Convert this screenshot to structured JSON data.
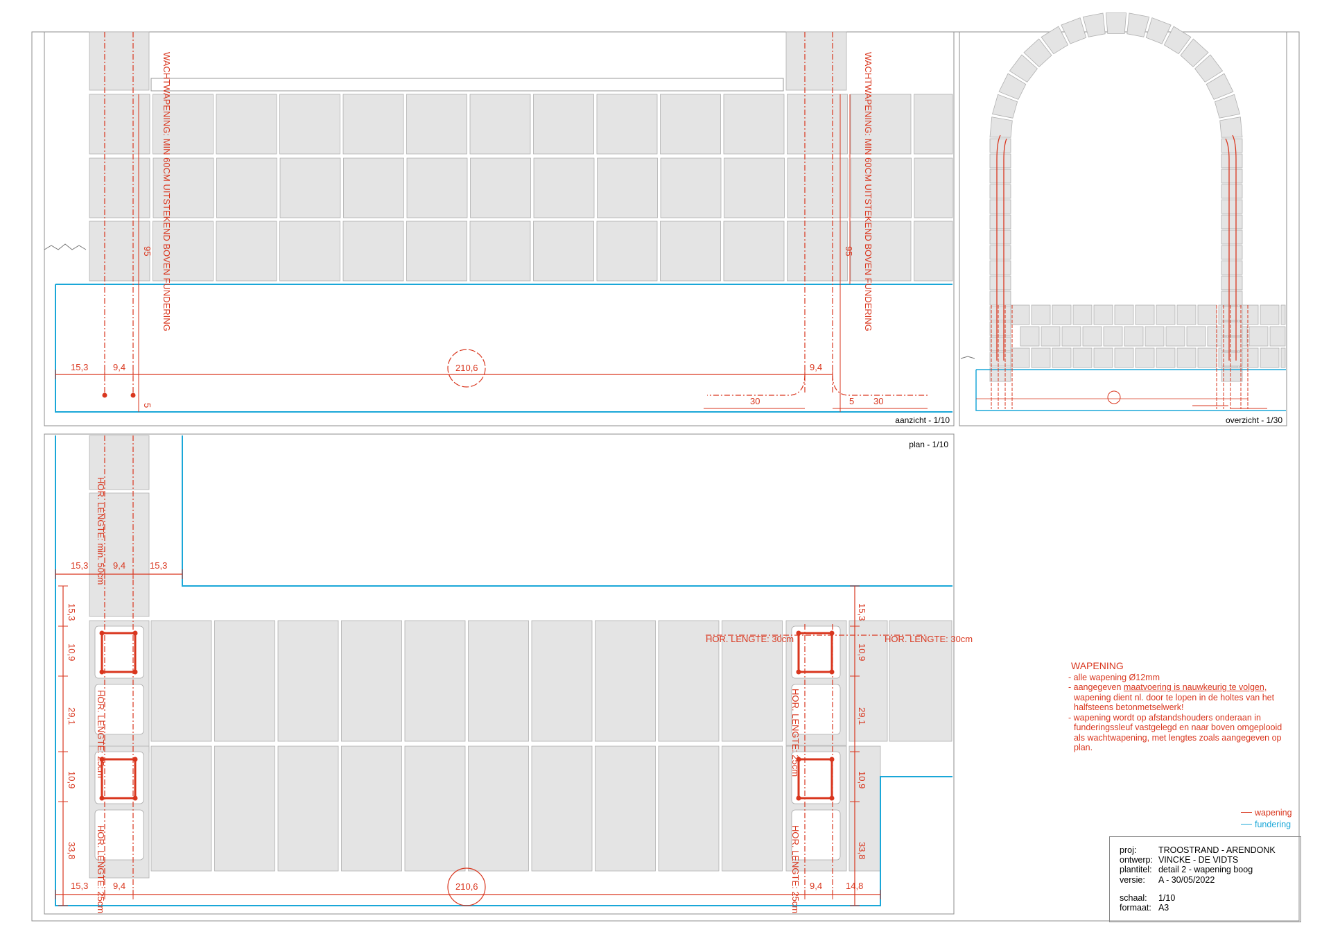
{
  "colors": {
    "wapening": "#d9361e",
    "fundering": "#1aa7d8",
    "block_fill": "#e4e4e4",
    "frame": "#8c8c8c"
  },
  "views": {
    "aanzicht": "aanzicht - 1/10",
    "overzicht": "overzicht - 1/30",
    "plan": "plan - 1/10"
  },
  "annotations": {
    "wachtwapening": "WACHTWAPENING: MIN 60CM UITSTEKEND BOVEN FUNDERING",
    "hor_lengte_50": "HOR. LENGTE: min. 50cm",
    "hor_lengte_25": "HOR. LENGTE: 25cm",
    "hor_lengte_30": "HOR. LENGTE: 30cm"
  },
  "dimensions": {
    "d15_3": "15,3",
    "d9_4": "9,4",
    "d210_6": "210,6",
    "d95": "95",
    "d5": "5",
    "d30": "30",
    "d10_9": "10,9",
    "d29_1": "29,1",
    "d33_8": "33,8",
    "d14_8": "14,8"
  },
  "notes": {
    "title": "WAPENING",
    "l1": "- alle wapening Ø12mm",
    "l2a": "- aangegeven ",
    "l2u": "maatvoering is nauwkeurig te volgen,",
    "l2b": "wapening dient nl. door te lopen in de holtes van het halfsteens betonmetselwerk!",
    "l3": "- wapening wordt op afstandshouders onderaan in funderingssleuf vastgelegd en naar boven omgeplooid als wachtwapening, met lengtes zoals aangegeven op plan."
  },
  "legend": {
    "wapening": "wapening",
    "fundering": "fundering"
  },
  "title_block": {
    "proj_label": "proj:",
    "proj": "TROOSTRAND - ARENDONK",
    "ontwerp_label": "ontwerp:",
    "ontwerp": "VINCKE - DE VIDTS",
    "plantitel_label": "plantitel:",
    "plantitel": "detail 2 - wapening boog",
    "versie_label": "versie:",
    "versie": "A - 30/05/2022",
    "schaal_label": "schaal:",
    "schaal": "1/10",
    "formaat_label": "formaat:",
    "formaat": "A3"
  }
}
